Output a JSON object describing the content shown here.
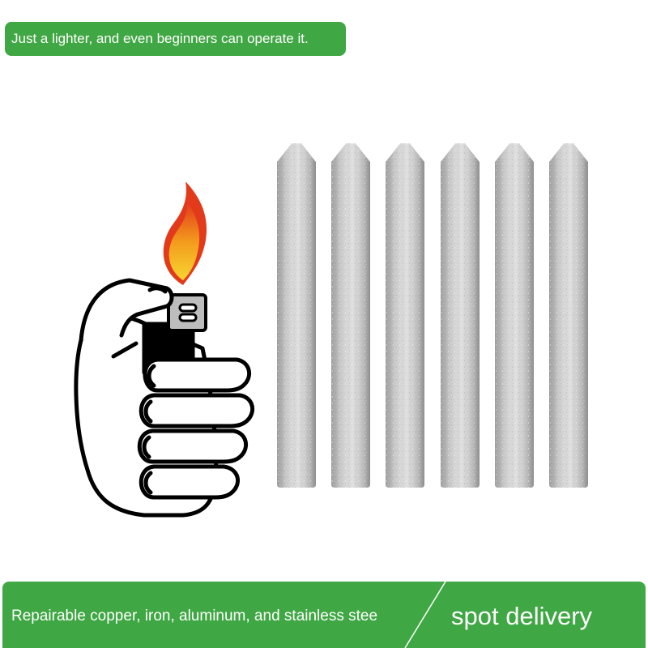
{
  "top_banner": {
    "text": "Just a lighter, and even beginners can operate it."
  },
  "illustration": {
    "hand": "hand-holding-lighter-icon",
    "flame": "flame-icon",
    "rod_count": 6,
    "rod_icon": "welding-rod-icon"
  },
  "bottom_banner": {
    "left_text": "Repairable copper, iron, aluminum, and stainless stee",
    "right_text": "spot delivery"
  },
  "colors": {
    "banner_green": "#3fa743",
    "rod_gray": "#c4c4c4",
    "flame_orange": "#f39a1d",
    "flame_red": "#e23a1b"
  }
}
